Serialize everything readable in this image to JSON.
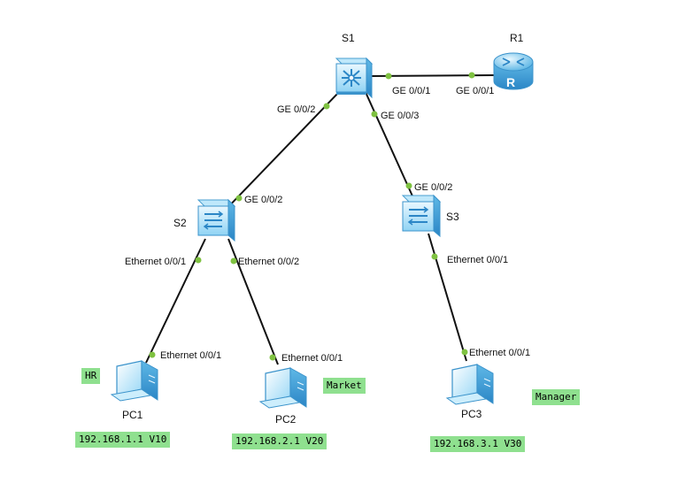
{
  "devices": {
    "s1": "S1",
    "r1": "R1",
    "s2": "S2",
    "s3": "S3",
    "pc1": "PC1",
    "pc2": "PC2",
    "pc3": "PC3"
  },
  "ports": {
    "s1_r1": "GE 0/0/1",
    "r1_s1": "GE 0/0/1",
    "s1_s2": "GE 0/0/2",
    "s1_s3": "GE 0/0/3",
    "s2_s1": "GE 0/0/2",
    "s3_s1": "GE 0/0/2",
    "s2_pc1": "Ethernet 0/0/1",
    "s2_pc2": "Ethernet 0/0/2",
    "s3_pc3": "Ethernet 0/0/1",
    "pc1_s2": "Ethernet 0/0/1",
    "pc2_s2": "Ethernet 0/0/1",
    "pc3_s3": "Ethernet 0/0/1"
  },
  "tags": {
    "hr": "HR",
    "market": "Market",
    "manager": "Manager",
    "pc1_addr": "192.168.1.1 V10",
    "pc2_addr": "192.168.2.1 V20",
    "pc3_addr": "192.168.3.1 V30"
  },
  "colors": {
    "link": "#111111",
    "port_dot": "#7fc241",
    "tag_bg": "#8fe08f",
    "device_light": "#dff3ff",
    "device_mid": "#7fcdf2",
    "device_dark": "#2f8fd0"
  },
  "icons": {
    "s1": "layer3-switch-icon",
    "r1": "router-icon",
    "s2": "switch-icon",
    "s3": "switch-icon",
    "pc1": "pc-icon",
    "pc2": "pc-icon",
    "pc3": "pc-icon"
  }
}
